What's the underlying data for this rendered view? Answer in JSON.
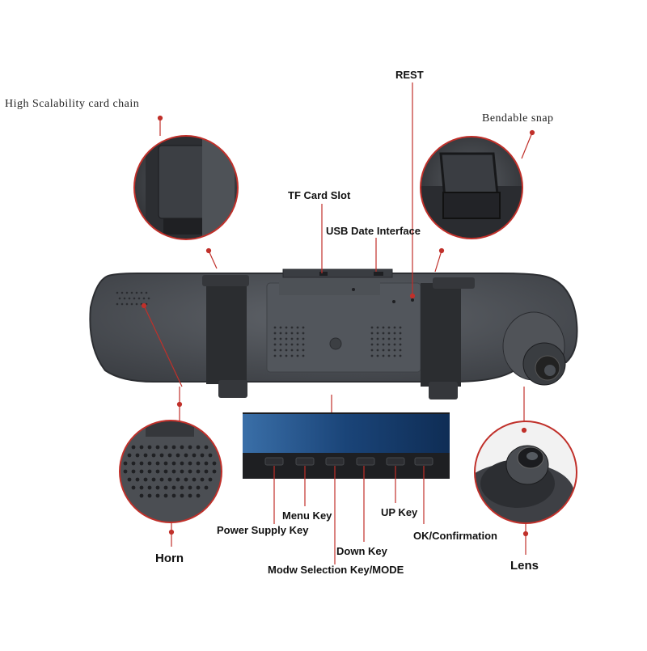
{
  "labels": {
    "card_chain": "High Scalability card chain",
    "rest": "REST",
    "bendable_snap": "Bendable snap",
    "tf_card_slot": "TF Card Slot",
    "usb_interface": "USB Date Interface",
    "menu_key": "Menu Key",
    "up_key": "UP Key",
    "power_key": "Power Supply Key",
    "ok_key": "OK/Confirmation",
    "horn": "Horn",
    "down_key": "Down Key",
    "lens": "Lens",
    "mode_key": "Modw Selection Key/MODE"
  },
  "colors": {
    "leader_line": "#c0302a",
    "device_body": "#4a4e54",
    "strap": "#2b2d30",
    "screen": "#1d4f86"
  }
}
